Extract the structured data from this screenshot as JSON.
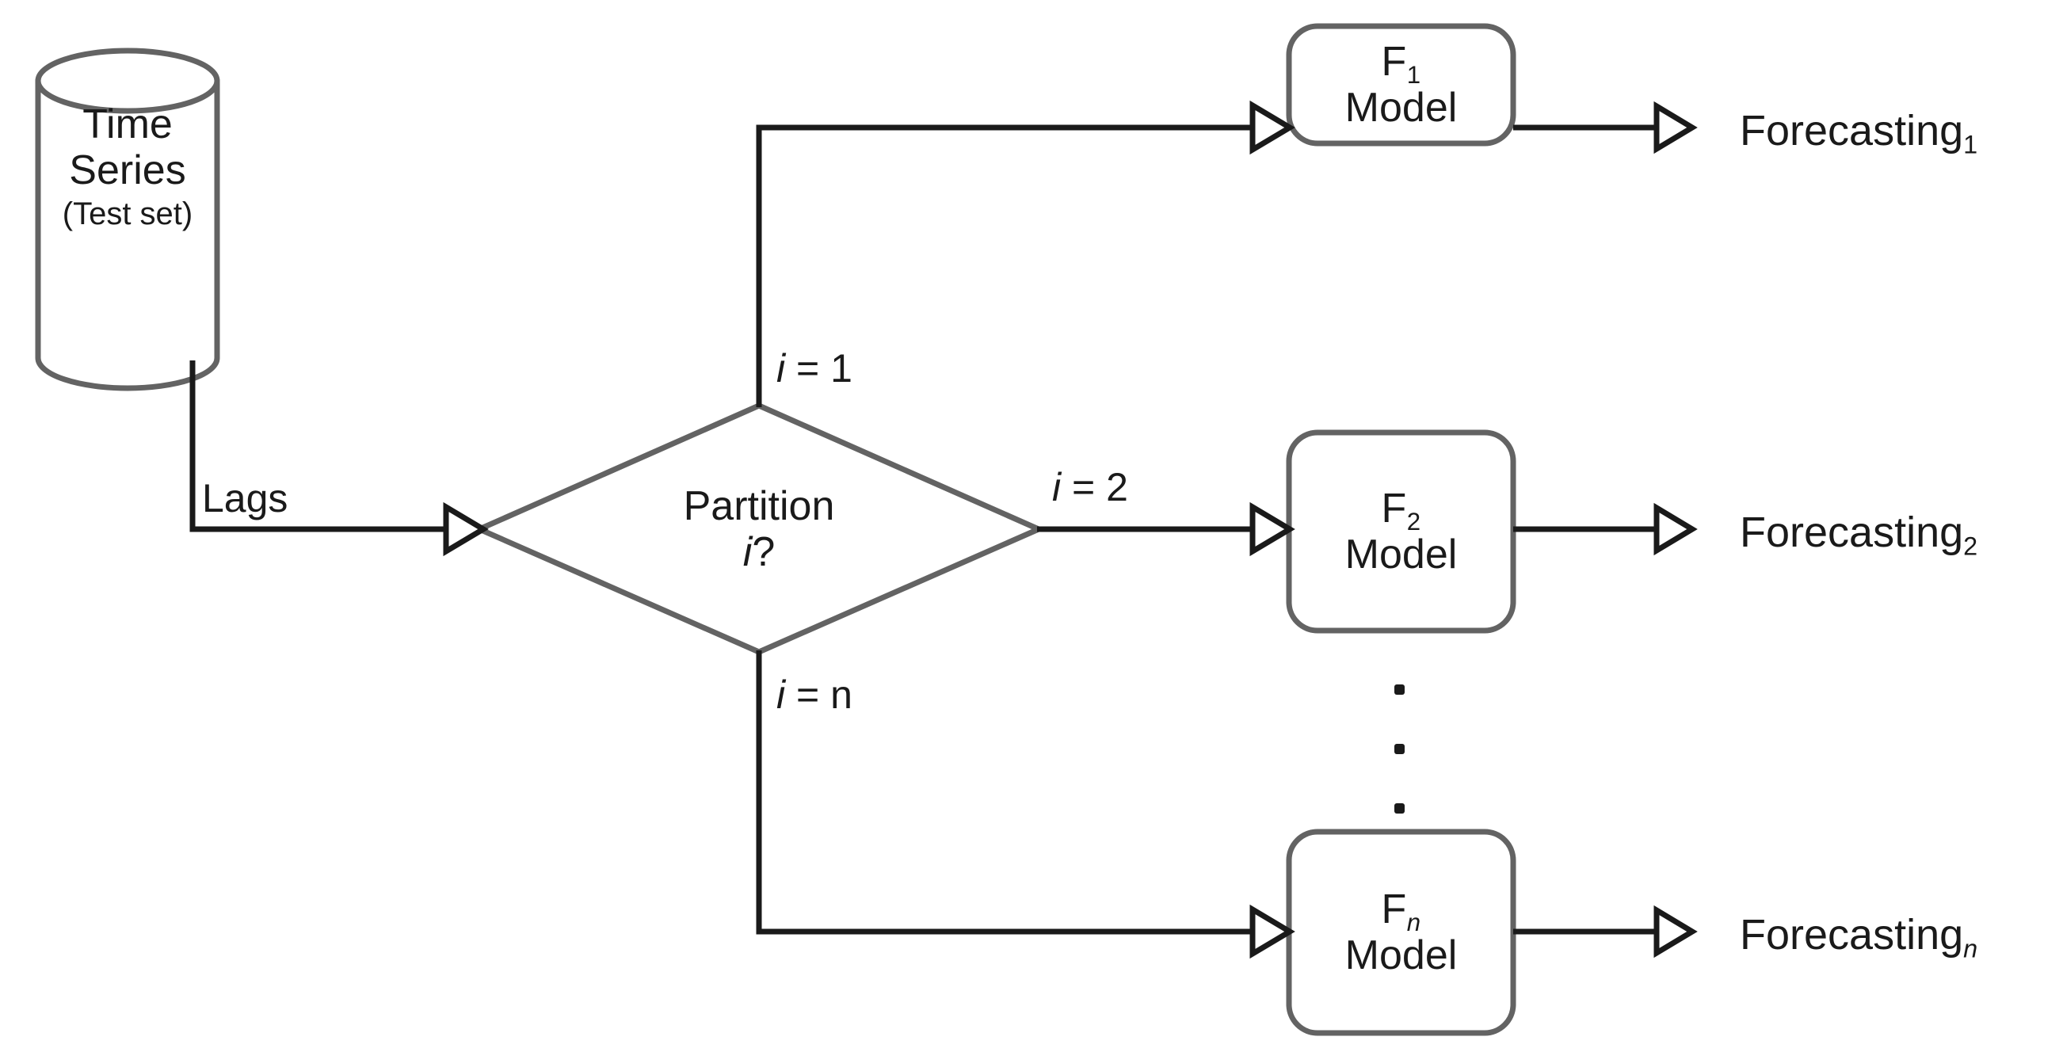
{
  "diagram": {
    "title": "Partitioned time series forecasting flow",
    "colors": {
      "shape_stroke": "#636363",
      "line_stroke": "#1a1a1a",
      "background": "#ffffff",
      "text": "#1a1a1a"
    },
    "datastore": {
      "line1": "Time",
      "line2": "Series",
      "line3": "(Test set)"
    },
    "decision": {
      "line1": "Partition",
      "line2_var": "i",
      "line2_suffix": "?"
    },
    "edges": {
      "lags": "Lags",
      "branch1_var": "i",
      "branch1_rest": " = 1",
      "branch2_var": "i",
      "branch2_rest": " = 2",
      "branchn_var": "i",
      "branchn_rest": " = n"
    },
    "models": [
      {
        "f": "F",
        "sub": "1",
        "sub_italic": false,
        "word": "Model"
      },
      {
        "f": "F",
        "sub": "2",
        "sub_italic": false,
        "word": "Model"
      },
      {
        "f": "F",
        "sub": "n",
        "sub_italic": true,
        "word": "Model"
      }
    ],
    "outputs": [
      {
        "text": "Forecasting",
        "sub": "1",
        "sub_italic": false
      },
      {
        "text": "Forecasting",
        "sub": "2",
        "sub_italic": false
      },
      {
        "text": "Forecasting",
        "sub": "n",
        "sub_italic": true
      }
    ],
    "ellipsis": {
      "glyph": "·",
      "count": 3
    }
  }
}
